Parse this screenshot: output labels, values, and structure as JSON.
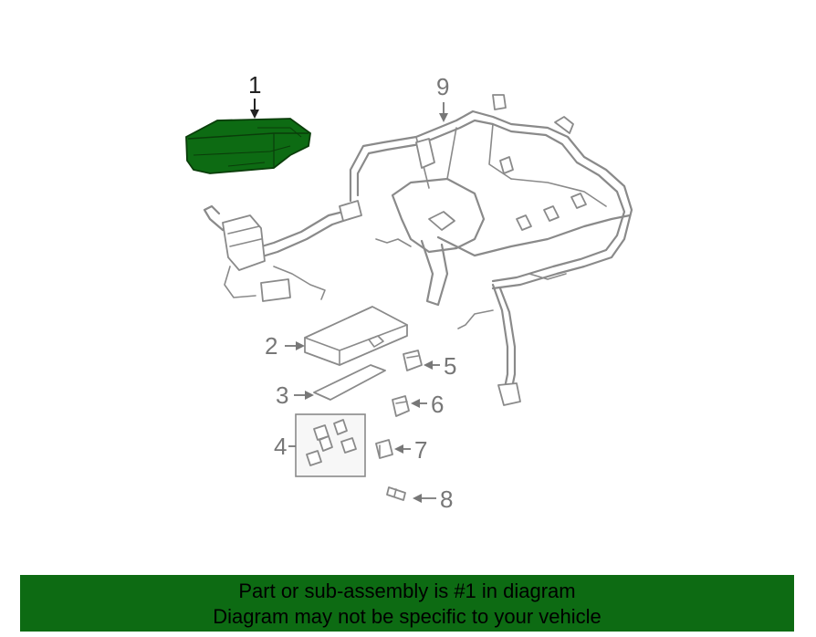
{
  "colors": {
    "highlight": "#0d6b13",
    "line_art": "#8a8a8a",
    "callout_text": "#777777",
    "footer_background": "#0d6b13"
  },
  "callouts": {
    "c1": "1",
    "c2": "2",
    "c3": "3",
    "c4": "4",
    "c5": "5",
    "c6": "6",
    "c7": "7",
    "c8": "8",
    "c9": "9"
  },
  "footer": {
    "line1": "Part or sub-assembly is #1 in diagram",
    "line2": "Diagram may not be specific to your vehicle"
  }
}
